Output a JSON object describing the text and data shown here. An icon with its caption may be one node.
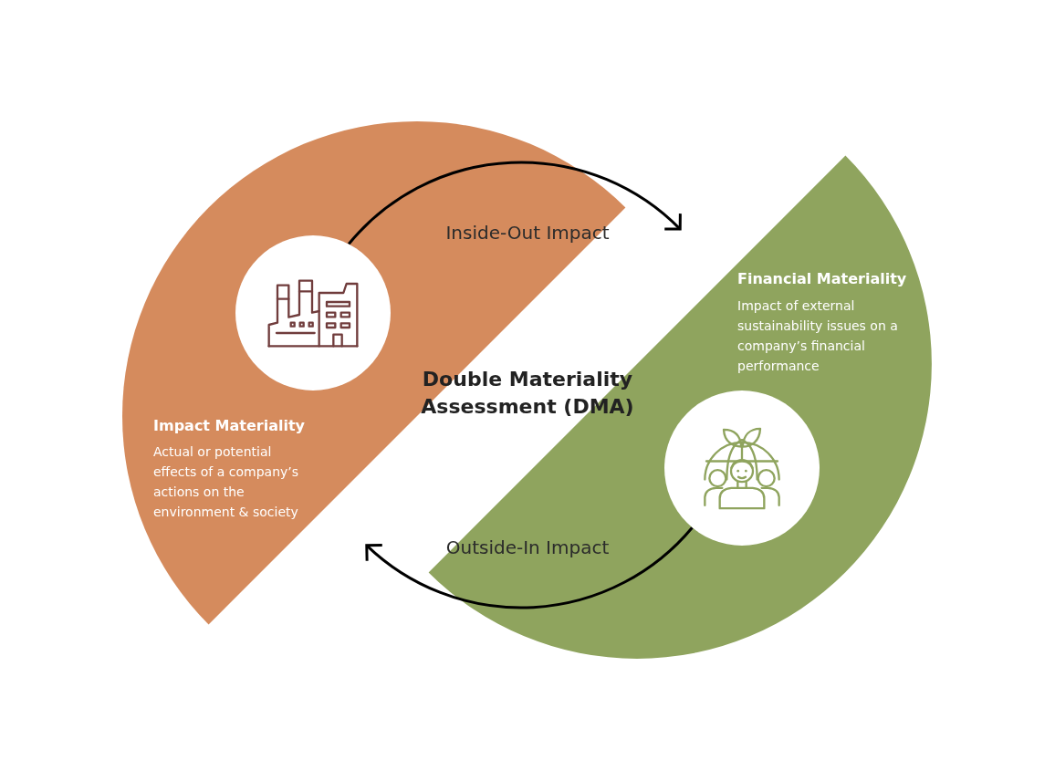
{
  "diagram": {
    "title": "Double Materiality Assessment (DMA)",
    "nodes": [
      {
        "text": [
          "Impact Materiality",
          "Actual or potential effects of a company’s actions on the environment & society"
        ]
      },
      {
        "text": [],
        "shape": "circle",
        "in": 0
      },
      {
        "text": [
          "Financial Materiality",
          "Impact of external sustainability issues on a company’s financial performance"
        ]
      },
      {
        "text": [],
        "shape": "circle",
        "in": 2
      }
    ],
    "edges": [
      {
        "from": 1,
        "to": 2,
        "arrow": "to",
        "label": "Inside-Out Impact"
      },
      {
        "from": 3,
        "to": 0,
        "arrow": "to",
        "label": "Outside-In Impact"
      }
    ]
  }
}
